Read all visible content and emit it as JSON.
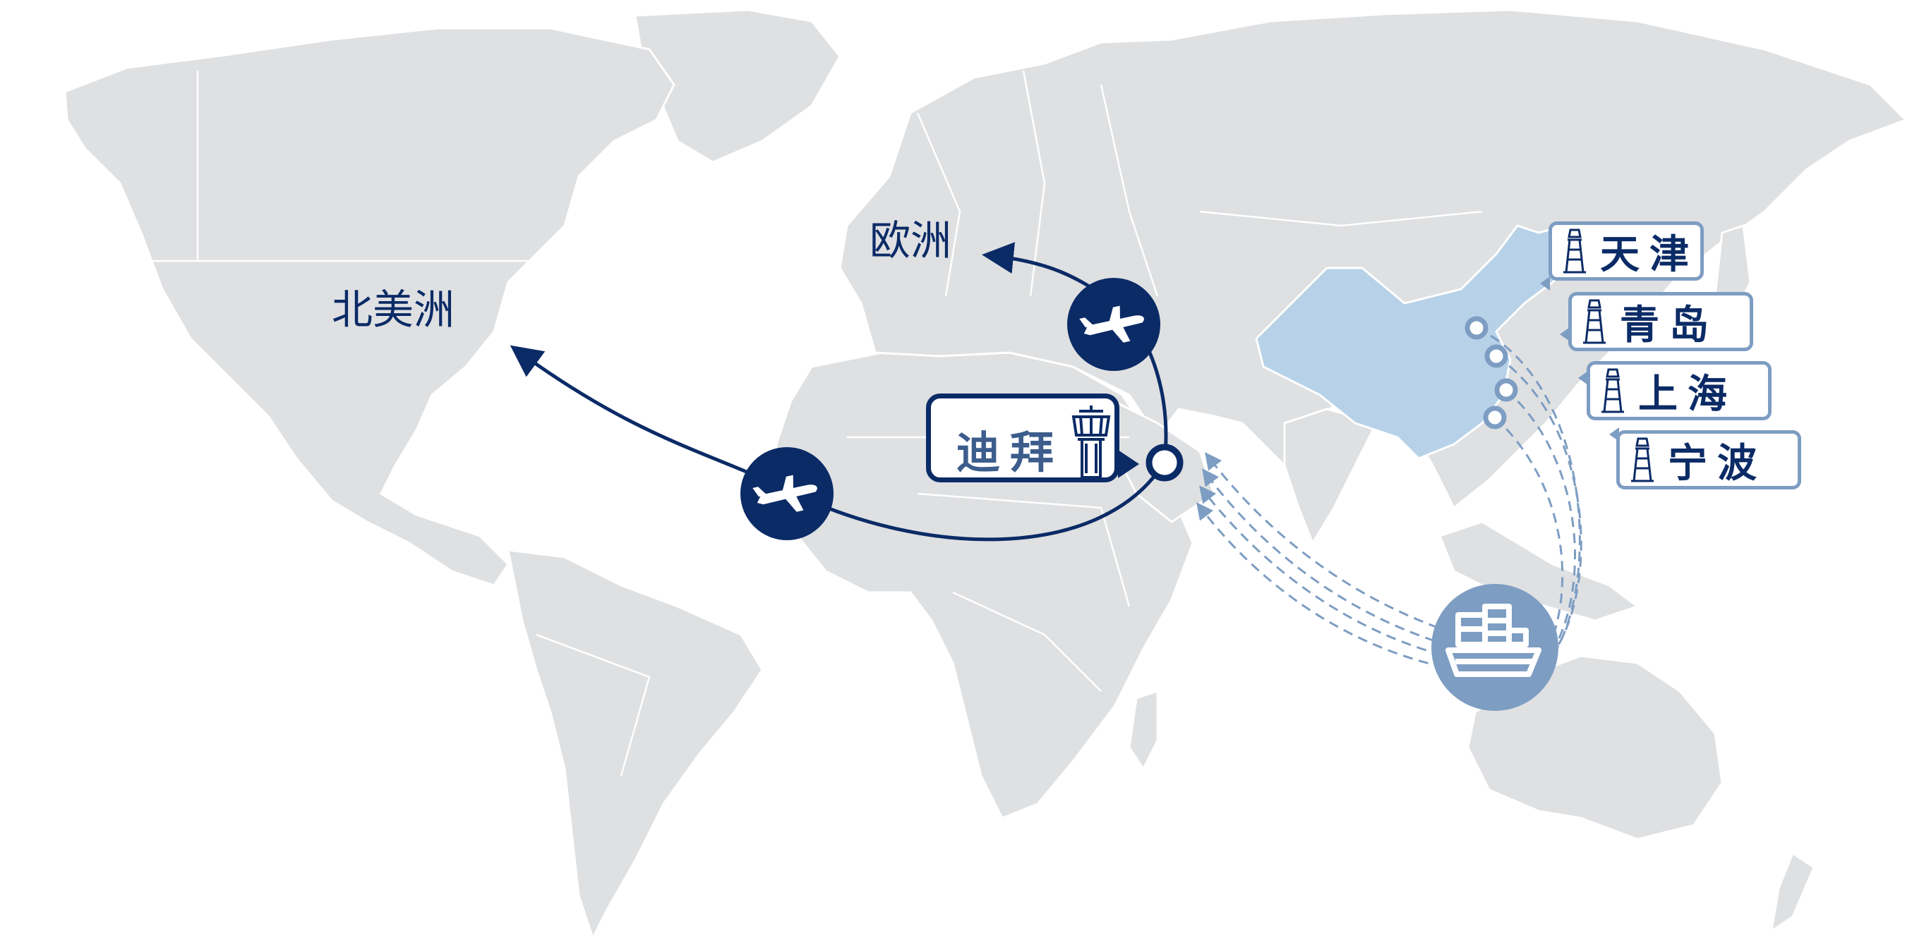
{
  "map": {
    "regions": {
      "north_america": "北美洲",
      "europe": "欧洲"
    },
    "hub": {
      "label": "迪拜",
      "icon": "control-tower-icon"
    },
    "ports": [
      {
        "name": "天津",
        "icon": "lighthouse-icon"
      },
      {
        "name": "青岛",
        "icon": "lighthouse-icon"
      },
      {
        "name": "上海",
        "icon": "lighthouse-icon"
      },
      {
        "name": "宁波",
        "icon": "lighthouse-icon"
      }
    ],
    "air_routes": [
      {
        "from": "迪拜",
        "to": "北美洲",
        "mode": "air"
      },
      {
        "from": "迪拜",
        "to": "欧洲",
        "mode": "air"
      }
    ],
    "sea_routes": [
      {
        "from": "天津",
        "to": "迪拜",
        "mode": "sea"
      },
      {
        "from": "青岛",
        "to": "迪拜",
        "mode": "sea"
      },
      {
        "from": "上海",
        "to": "迪拜",
        "mode": "sea"
      },
      {
        "from": "宁波",
        "to": "迪拜",
        "mode": "sea"
      }
    ],
    "colors": {
      "land": "#dfe0e2",
      "highlight": "#b7d2e8",
      "air_route": "#0b2b66",
      "sea_route": "#7d9dc2",
      "ship_badge": "#7d9dc2"
    }
  }
}
